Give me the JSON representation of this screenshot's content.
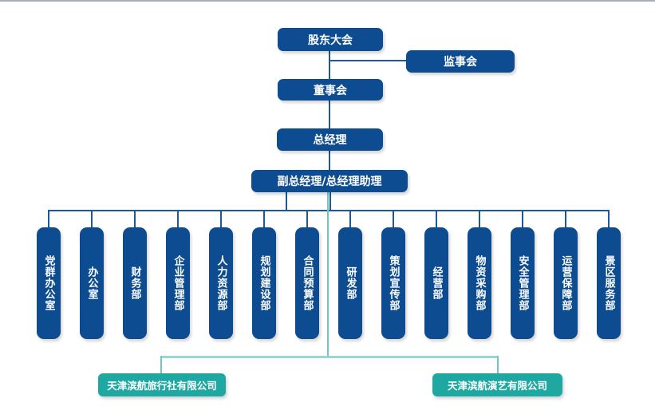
{
  "colors": {
    "box-blue": "#0d4c91",
    "line-blue": "#1c5a96",
    "teal-box": "#1fa8a1",
    "teal-line-v": "#6ec7c3",
    "teal-line-h": "#9ad5d2",
    "text-white": "#ffffff",
    "top-border": "#a9afb9"
  },
  "nodes": {
    "shareholders": {
      "label": "股东大会"
    },
    "supervisory": {
      "label": "监事会"
    },
    "board": {
      "label": "董事会"
    },
    "general_manager": {
      "label": "总经理"
    },
    "deputy": {
      "label": "副总经理/总经理助理"
    },
    "departments": [
      {
        "label": "党群办公室"
      },
      {
        "label": "办公室"
      },
      {
        "label": "财务部"
      },
      {
        "label": "企业管理部"
      },
      {
        "label": "人力资源部"
      },
      {
        "label": "规划建设部"
      },
      {
        "label": "合同预算部"
      },
      {
        "label": "研发部"
      },
      {
        "label": "策划宣传部"
      },
      {
        "label": "经营部"
      },
      {
        "label": "物资采购部"
      },
      {
        "label": "安全管理部"
      },
      {
        "label": "运营保障部"
      },
      {
        "label": "景区服务部"
      }
    ],
    "subsidiaries": [
      {
        "label": "天津滨航旅行社有限公司"
      },
      {
        "label": "天津滨航演艺有限公司"
      }
    ]
  }
}
